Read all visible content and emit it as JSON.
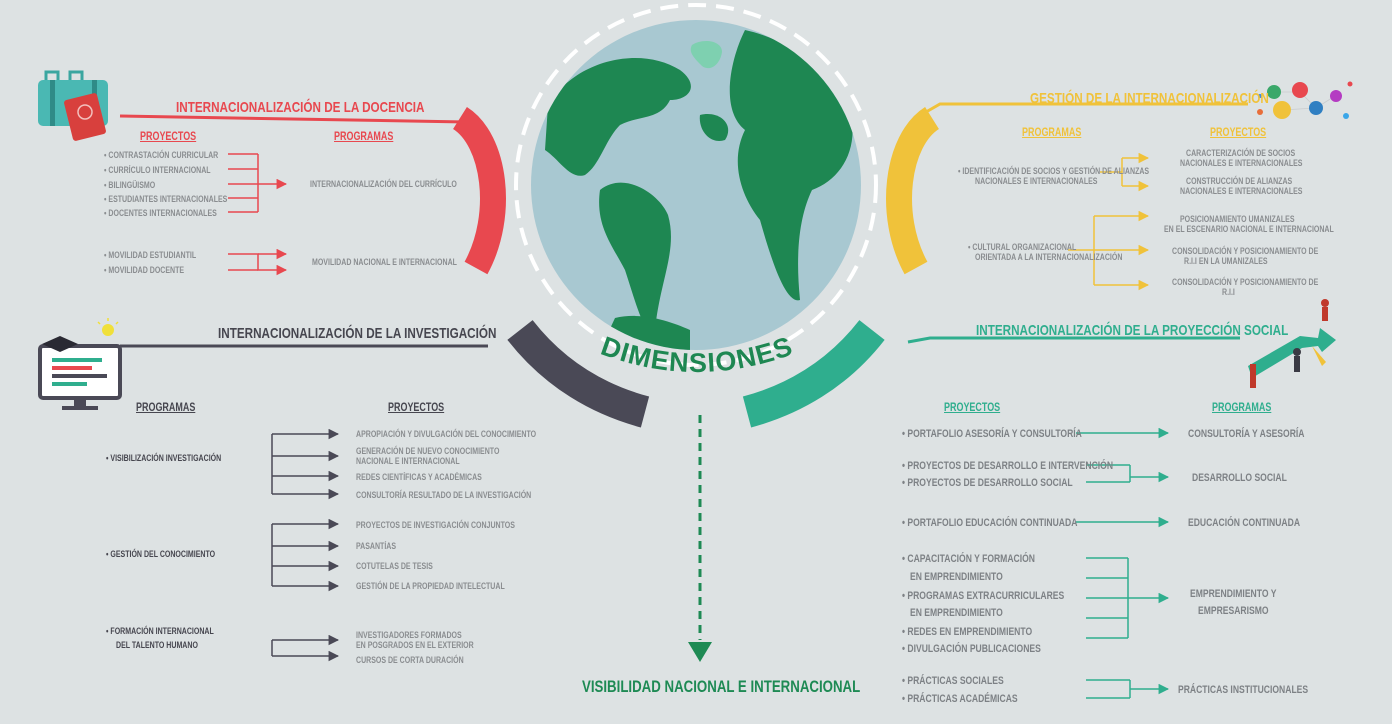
{
  "colors": {
    "red": "#e8484f",
    "yellow": "#f0c23a",
    "dark": "#4a4956",
    "teal": "#2fae8e",
    "globe_water": "#a8c8d1",
    "globe_land": "#1e8752",
    "background": "#dde2e3"
  },
  "icons": {
    "docencia": "suitcase-passport-icon",
    "gestion": "people-network-icon",
    "investigacion": "monitor-graduation-cap-icon",
    "proyeccion": "growth-arrow-people-icon",
    "centro": "globe-icon"
  },
  "center": {
    "label": "DIMENSIONES",
    "bottom": "VISIBILIDAD NACIONAL E INTERNACIONAL"
  },
  "docencia": {
    "title": "INTERNACIONALIZACIÓN DE LA DOCENCIA",
    "col_a": "PROYECTOS",
    "col_b": "PROGRAMAS",
    "items_a": [
      "• CONTRASTACIÓN CURRICULAR",
      "• CURRÍCULO INTERNACIONAL",
      "• BILINGÜISMO",
      "• ESTUDIANTES INTERNACIONALES",
      "• DOCENTES INTERNACIONALES"
    ],
    "items_b": [
      "• MOVILIDAD ESTUDIANTIL",
      "• MOVILIDAD DOCENTE"
    ],
    "prog_a": "INTERNACIONALIZACIÓN DEL  CURRÍCULO",
    "prog_b": "MOVILIDAD NACIONAL E INTERNACIONAL"
  },
  "gestion": {
    "title": "GESTIÓN DE LA INTERNACIONALIZACIÓN",
    "col_a": "PROGRAMAS",
    "col_b": "PROYECTOS",
    "prog_a": [
      "• IDENTIFICACIÓN DE SOCIOS Y GESTIÓN DE ALIANZAS",
      "NACIONALES E INTERNACIONALES"
    ],
    "prog_b": [
      "• CULTURAL ORGANIZACIONAL",
      "ORIENTADA A LA INTERNACIONALIZACIÓN"
    ],
    "proj_a": [
      [
        "CARACTERIZACIÓN DE SOCIOS",
        "NACIONALES E INTERNACIONALES"
      ],
      [
        "CONSTRUCCIÓN DE ALIANZAS",
        "NACIONALES E INTERNACIONALES"
      ]
    ],
    "proj_b": [
      [
        "POSICIONAMIENTO UMANIZALES",
        "EN EL ESCENARIO NACIONAL E INTERNACIONAL"
      ],
      [
        "CONSOLIDACIÓN Y POSICIONAMIENTO DE",
        "R.I.I EN LA UMANIZALES"
      ],
      [
        "CONSOLIDACIÓN Y POSICIONAMIENTO DE",
        "R.I.I"
      ]
    ]
  },
  "investigacion": {
    "title": "INTERNACIONALIZACIÓN DE LA INVESTIGACIÓN",
    "col_a": "PROGRAMAS",
    "col_b": "PROYECTOS",
    "prog": [
      "• VISIBILIZACIÓN INVESTIGACIÓN",
      "• GESTIÓN DEL CONOCIMIENTO",
      "• FORMACIÓN INTERNACIONAL",
      "DEL TALENTO HUMANO"
    ],
    "proj_a": [
      "APROPIACIÓN Y DIVULGACIÓN DEL CONOCIMIENTO",
      "GENERACIÓN  DE NUEVO CONOCIMIENTO",
      "NACIONAL E INTERNACIONAL",
      "REDES CIENTÍFICAS Y ACADÉMICAS",
      "CONSULTORÍA RESULTADO DE LA INVESTIGACIÓN"
    ],
    "proj_b": [
      "PROYECTOS DE INVESTIGACIÓN CONJUNTOS",
      "PASANTÍAS",
      "COTUTELAS DE TESIS",
      "GESTIÓN DE LA PROPIEDAD INTELECTUAL"
    ],
    "proj_c": [
      "INVESTIGADORES FORMADOS",
      "EN POSGRADOS EN EL EXTERIOR",
      "CURSOS DE CORTA DURACIÓN"
    ]
  },
  "proyeccion": {
    "title": "INTERNACIONALIZACIÓN DE LA PROYECCIÓN SOCIAL",
    "col_a": "PROYECTOS",
    "col_b": "PROGRAMAS",
    "proj": [
      "• PORTAFOLIO ASESORÍA Y CONSULTORÍA",
      "• PROYECTOS DE DESARROLLO E INTERVENCIÓN",
      "• PROYECTOS DE DESARROLLO SOCIAL",
      "• PORTAFOLIO EDUCACIÓN CONTINUADA",
      "• CAPACITACIÓN Y FORMACIÓN",
      "EN EMPRENDIMIENTO",
      "• PROGRAMAS EXTRACURRICULARES",
      "EN EMPRENDIMIENTO",
      "• REDES EN EMPRENDIMIENTO",
      "• DIVULGACIÓN PUBLICACIONES",
      "• PRÁCTICAS SOCIALES",
      "• PRÁCTICAS ACADÉMICAS"
    ],
    "prog": [
      "CONSULTORÍA Y ASESORÍA",
      "DESARROLLO SOCIAL",
      "EDUCACIÓN CONTINUADA",
      "EMPRENDIMIENTO Y",
      "EMPRESARISMO",
      "PRÁCTICAS INSTITUCIONALES"
    ]
  }
}
